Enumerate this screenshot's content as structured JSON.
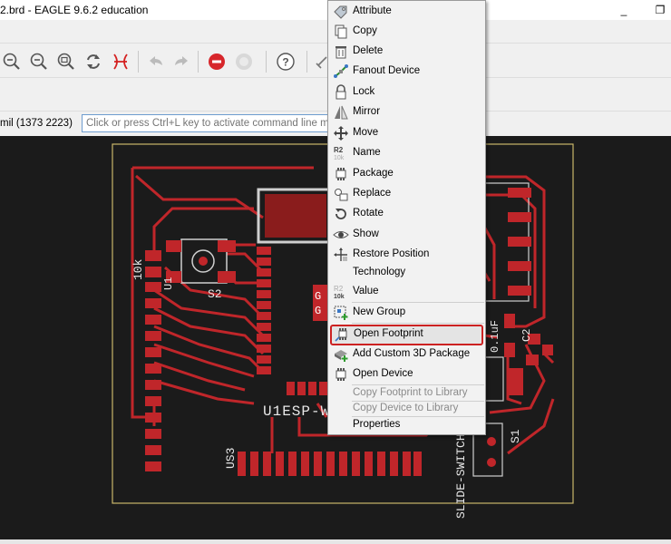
{
  "window": {
    "title": "2.brd - EAGLE 9.6.2 education",
    "minimize": "_",
    "restore": "❐"
  },
  "toolbar": {
    "icons": [
      "zoom-out-icon",
      "zoom-in-icon",
      "zoom-select-icon",
      "redraw-icon",
      "ratsnest-icon",
      "undo-icon",
      "redo-icon",
      "stop-icon",
      "go-icon",
      "help-icon"
    ]
  },
  "command_bar": {
    "coords": "mil (1373 2223)",
    "placeholder": "Click or press Ctrl+L key to activate command line mode"
  },
  "board": {
    "labels": {
      "u1": "U1ESP-W",
      "us3": "US3",
      "r_value": "10k",
      "s2": "S2",
      "s1": "S1",
      "cap_value": "0.1uF",
      "c2": "C2",
      "slide": "SLIDE-SWITCH",
      "g1": "G",
      "g2": "G",
      "u_small": "U1"
    },
    "colors": {
      "copper": "#c0262a",
      "silk": "#e8e8e8",
      "outline": "#c9b66a",
      "background": "#1b1b1b"
    }
  },
  "context_menu": {
    "items": [
      {
        "label": "Attribute",
        "icon": "attribute-icon"
      },
      {
        "label": "Copy",
        "icon": "copy-icon"
      },
      {
        "label": "Delete",
        "icon": "delete-icon"
      },
      {
        "label": "Fanout Device",
        "icon": "fanout-icon"
      },
      {
        "label": "Lock",
        "icon": "lock-icon"
      },
      {
        "label": "Mirror",
        "icon": "mirror-icon"
      },
      {
        "label": "Move",
        "icon": "move-icon"
      },
      {
        "label": "Name",
        "icon": "name-icon",
        "badge_top": "R2",
        "badge_bottom": "10k"
      },
      {
        "label": "Package",
        "icon": "package-icon"
      },
      {
        "label": "Replace",
        "icon": "replace-icon"
      },
      {
        "label": "Rotate",
        "icon": "rotate-icon"
      },
      {
        "label": "Show",
        "icon": "show-icon"
      },
      {
        "label": "Restore Position",
        "icon": "restore-position-icon"
      },
      {
        "label": "Technology",
        "icon": ""
      },
      {
        "label": "Value",
        "icon": "value-icon",
        "badge_top": "R2",
        "badge_bottom": "10k"
      },
      {
        "label": "New Group",
        "icon": "new-group-icon"
      },
      {
        "label": "Open Footprint",
        "icon": "open-footprint-icon",
        "highlighted": true
      },
      {
        "label": "Add Custom 3D Package",
        "icon": "add-3d-package-icon"
      },
      {
        "label": "Open Device",
        "icon": "open-device-icon"
      },
      {
        "label": "Copy Footprint to Library",
        "icon": "",
        "disabled": true
      },
      {
        "label": "Copy Device to Library",
        "icon": "",
        "disabled": true
      },
      {
        "label": "Properties",
        "icon": ""
      }
    ]
  }
}
